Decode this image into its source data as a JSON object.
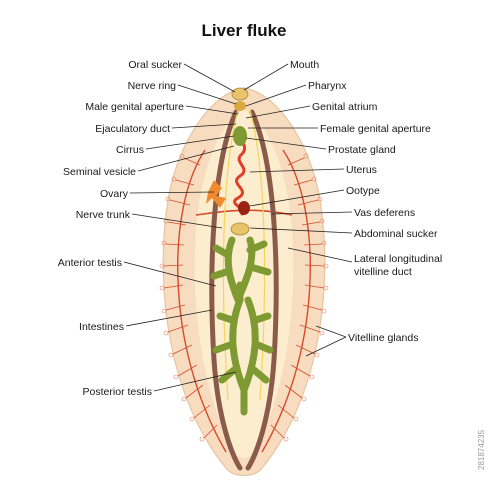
{
  "title": "Liver fluke",
  "labels_left": [
    "Oral sucker",
    "Nerve ring",
    "Male genital aperture",
    "Ejaculatory duct",
    "Cirrus",
    "Seminal vesicle",
    "Ovary",
    "Nerve trunk",
    "Anterior testis",
    "Intestines",
    "Posterior testis"
  ],
  "labels_right": [
    "Mouth",
    "Pharynx",
    "Genital atrium",
    "Female genital aperture",
    "Prostate gland",
    "Uterus",
    "Ootype",
    "Vas deferens",
    "Abdominal sucker",
    "Lateral longitudinal",
    "vitelline duct",
    "Vitelline glands"
  ],
  "watermark": "281874235",
  "colors": {
    "body": "#f7dcc0",
    "glow": "#fdf0d0",
    "intestine": "#8a5a4a",
    "testis": "#7f9a32",
    "uterus": "#e23d28",
    "ootype": "#9a2314",
    "vitelline": "#d84a2a",
    "sucker": "#e8c36a"
  }
}
